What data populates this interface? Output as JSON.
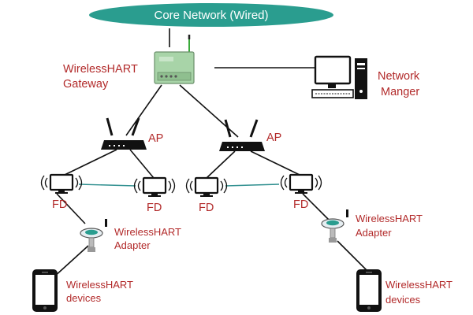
{
  "title": "Core Network (Wired)",
  "labels": {
    "gateway_line1": "WirelessHART",
    "gateway_line2": "Gateway",
    "manager_line1": "Network",
    "manager_line2": "Manger",
    "ap_left": "AP",
    "ap_right": "AP",
    "fd1": "FD",
    "fd2": "FD",
    "fd3": "FD",
    "fd4": "FD",
    "adapter_left_line1": "WirelessHART",
    "adapter_left_line2": "Adapter",
    "adapter_right_line1": "WirelessHART",
    "adapter_right_line2": "Adapter",
    "devices_left_line1": "WirelessHART",
    "devices_left_line2": "devices",
    "devices_right_line1": "WirelessHART",
    "devices_right_line2": "devices"
  },
  "colors": {
    "core": "#2a9d8f",
    "label": "#b22a2a",
    "fd_link": "#2f8f8f"
  },
  "icons": [
    "gateway-icon",
    "desktop-computer-icon",
    "router-icon",
    "monitor-icon",
    "wireless-signal-icon",
    "adapter-icon",
    "smartphone-icon"
  ]
}
